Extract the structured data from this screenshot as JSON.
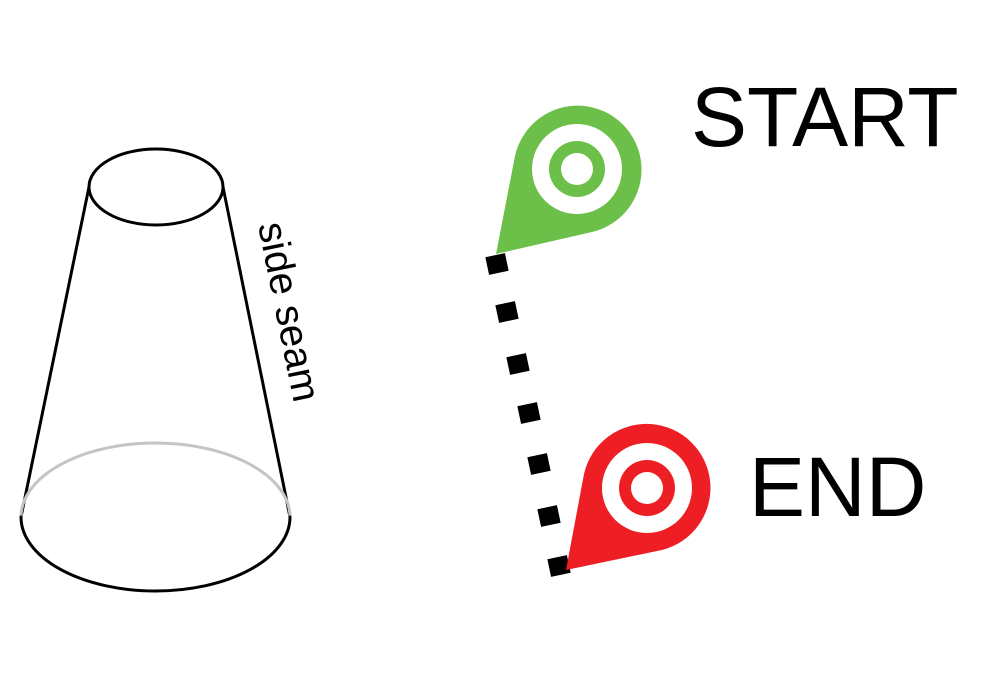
{
  "labels": {
    "side_seam": "side seam",
    "start": "START",
    "end": "END"
  },
  "colors": {
    "start_marker": "#6cc04a",
    "end_marker": "#ee1f24",
    "line": "#000000",
    "hidden_edge": "#c4c4c4"
  },
  "icons": {
    "start": "map-pin-icon",
    "end": "map-pin-icon"
  }
}
